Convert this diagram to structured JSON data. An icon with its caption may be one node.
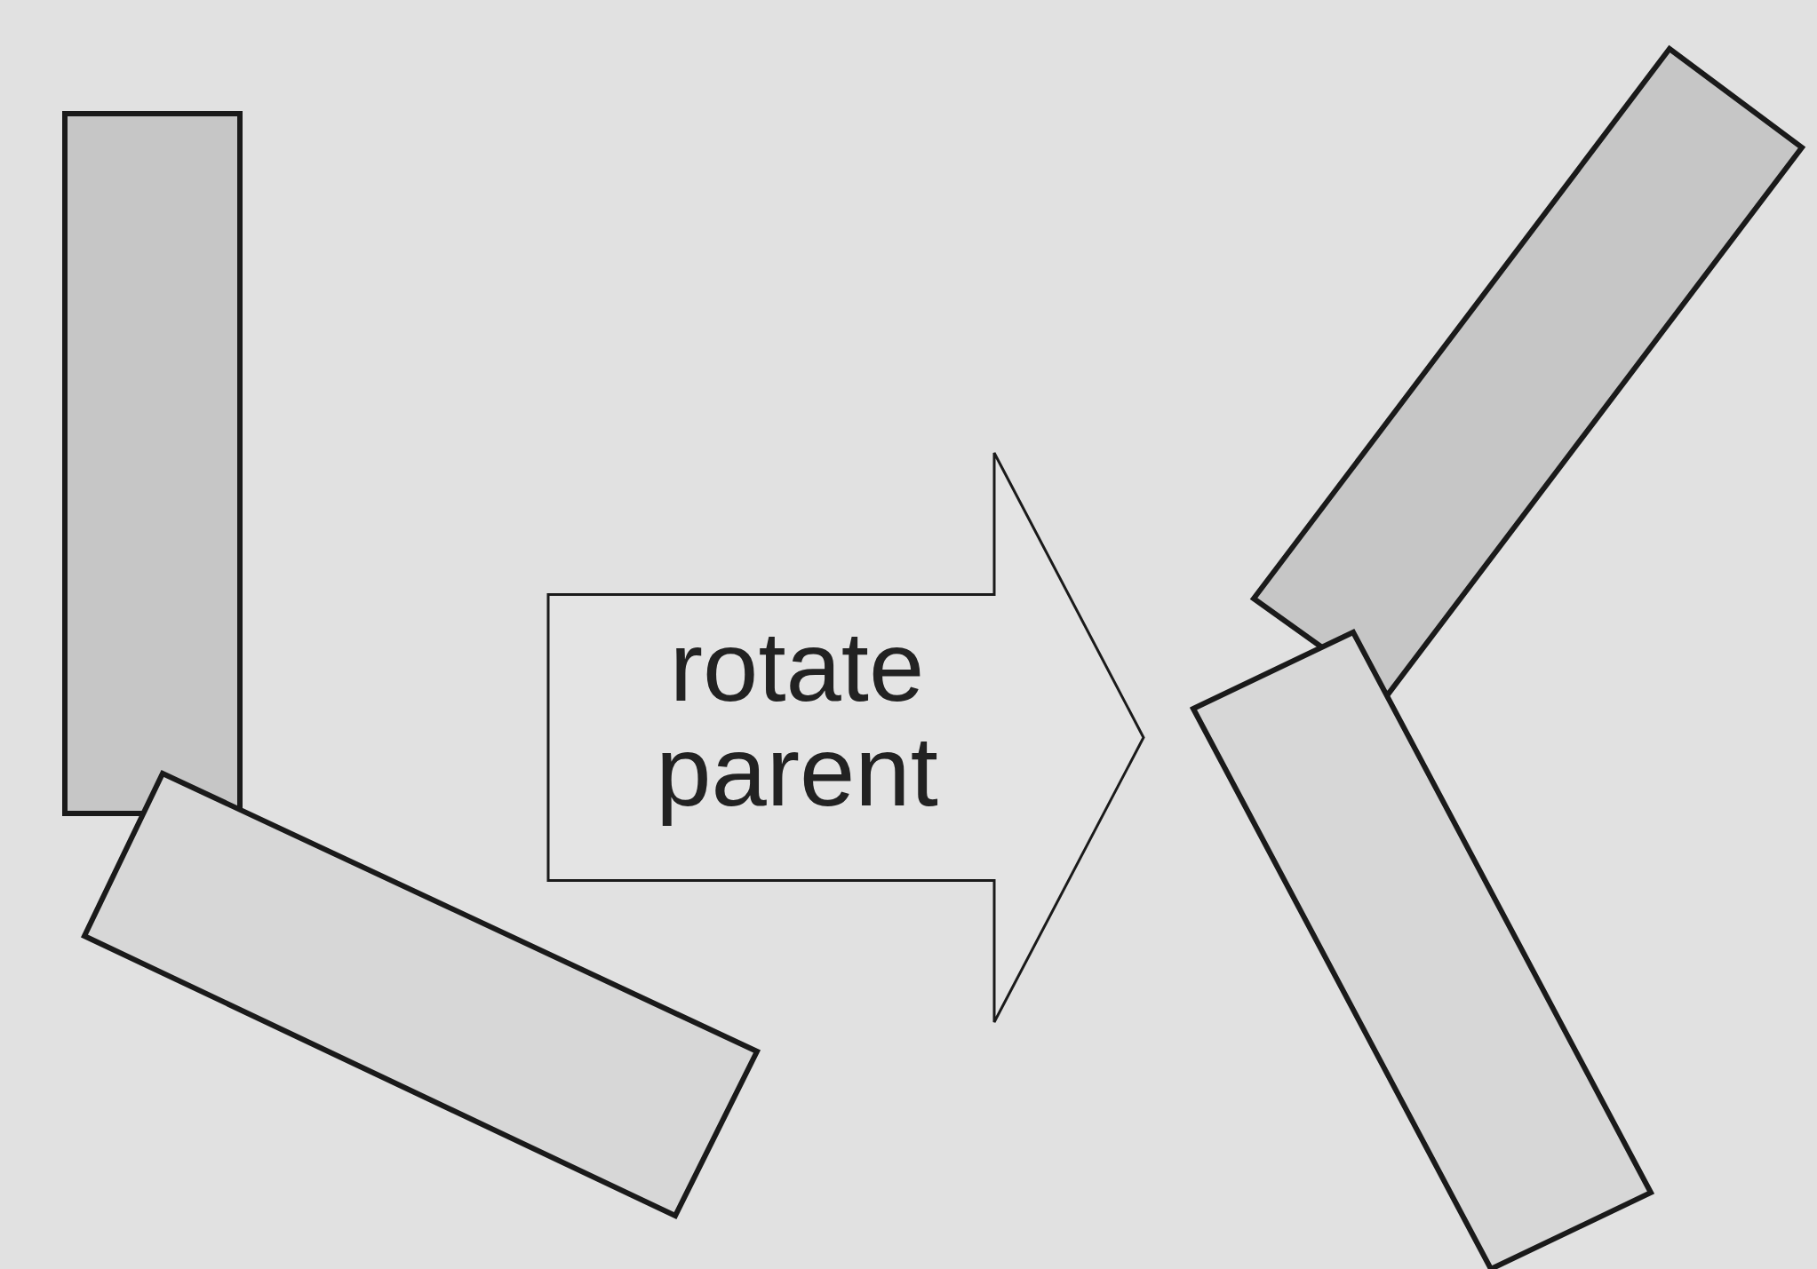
{
  "diagram": {
    "nodes": [
      {
        "text": [],
        "shape": "picture"
      },
      {
        "text": [],
        "shape": "picture"
      }
    ],
    "edges": [
      {
        "from": 0,
        "to": 1,
        "arrow": "to",
        "label": "rotate parent"
      }
    ]
  }
}
